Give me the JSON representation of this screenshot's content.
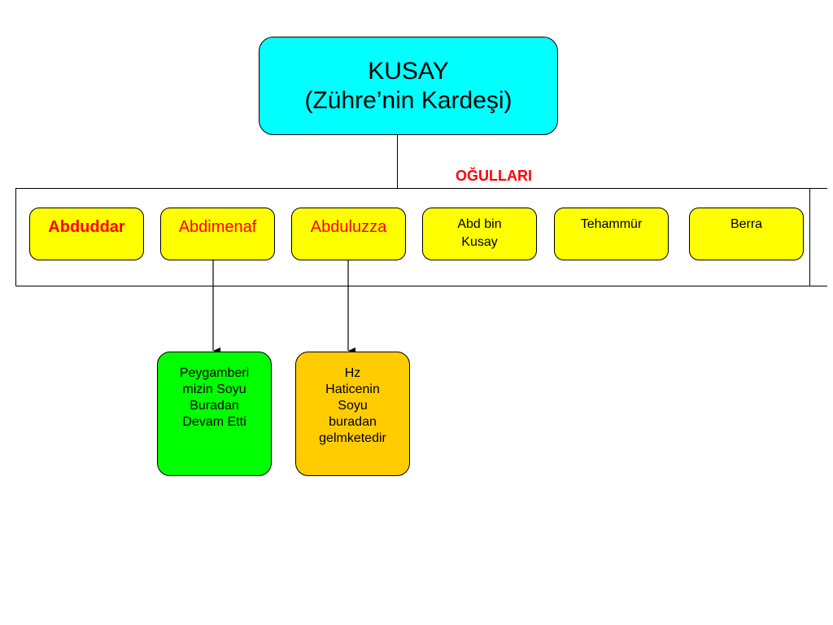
{
  "root": {
    "name": "KUSAY",
    "subtitle": "(Zühre’nin Kardeşi)",
    "fill": "#00ffff"
  },
  "group_label": "OĞULLARI",
  "sons": [
    {
      "name": "Abduddar",
      "color": "#ff0000",
      "fill": "#ffff00"
    },
    {
      "name": "Abdimenaf",
      "color": "#ff0000",
      "fill": "#ffff00"
    },
    {
      "name": "Abduluzza",
      "color": "#ff0000",
      "fill": "#ffff00"
    },
    {
      "name_line1": "Abd bin",
      "name_line2": "Kusay",
      "fill": "#ffff00"
    },
    {
      "name": "Tehammür",
      "fill": "#ffff00"
    },
    {
      "name": "Berra",
      "fill": "#ffff00"
    }
  ],
  "notes": [
    {
      "from": "Abdimenaf",
      "lines": [
        "Peygamberi",
        "mizin Soyu",
        "Buradan",
        "Devam Etti"
      ],
      "fill": "#00ff00"
    },
    {
      "from": "Abduluzza",
      "lines": [
        "Hz",
        "Haticenin",
        "Soyu",
        "buradan",
        "gelmketedir"
      ],
      "fill": "#ffcc00"
    }
  ]
}
